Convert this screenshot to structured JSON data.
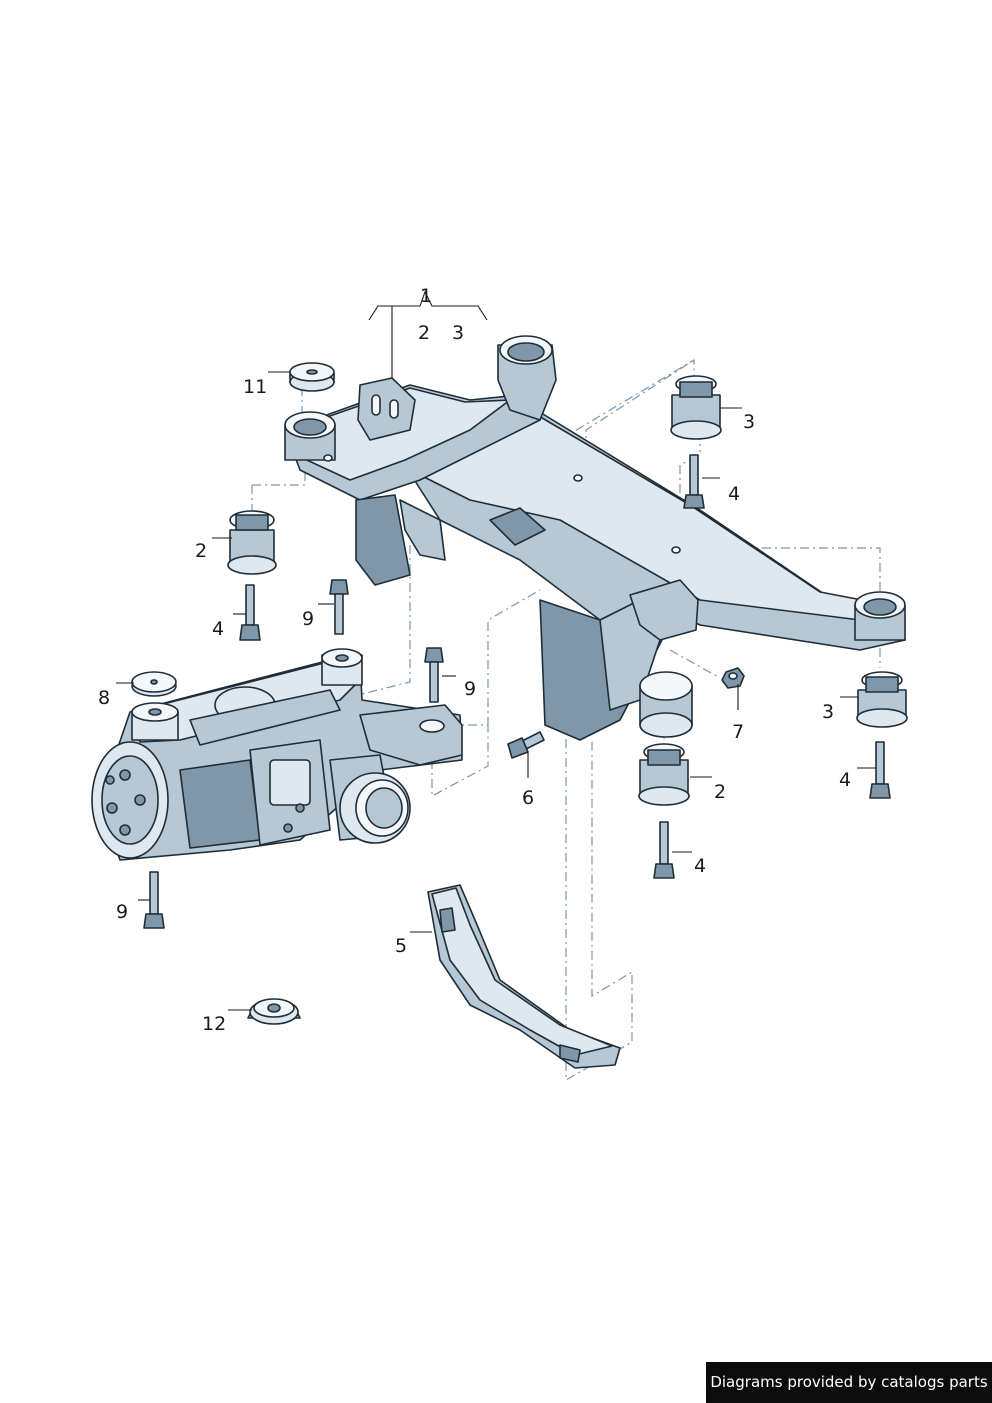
{
  "callouts": {
    "c1": "1",
    "c1_sub_a": "2",
    "c1_sub_b": "3",
    "c11": "11",
    "c2_left": "2",
    "c4_left": "4",
    "c9_upper": "9",
    "c9_mid": "9",
    "c8": "8",
    "c9_lower": "9",
    "c3_upper": "3",
    "c4_upper": "4",
    "c7": "7",
    "c3_right": "3",
    "c4_right": "4",
    "c6": "6",
    "c2_right": "2",
    "c4_bottom": "4",
    "c5": "5",
    "c12": "12"
  },
  "credit": "Diagrams provided by catalogs parts",
  "colors": {
    "line": "#1f2d38",
    "dash": "#7d95a8",
    "part_light": "#dfe8ef",
    "part_mid": "#b7c8d5",
    "part_dark": "#7f97a8"
  }
}
